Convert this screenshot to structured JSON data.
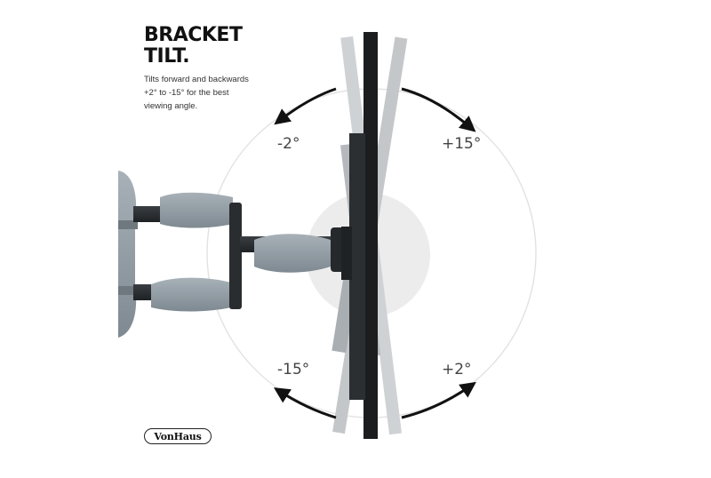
{
  "headline": {
    "line1": "BRACKET",
    "line2": "TILT."
  },
  "description": {
    "line1": "Tilts forward and backwards",
    "line2": "+2° to -15° for the best",
    "line3": "viewing angle."
  },
  "angles": {
    "top_left": "-2°",
    "top_right": "+15°",
    "bottom_left": "-15°",
    "bottom_right": "+2°"
  },
  "brand": {
    "logo_text": "VonHaus"
  },
  "colors": {
    "arm_dark": "#2b2e31",
    "arm_cover": "#8d979f",
    "tv_panel": "#1c1d1f",
    "tv_ghost": "#b9bcbf",
    "arrow": "#111111",
    "guide_circle": "#e2e2e2",
    "pivot_disc": "#ededed"
  },
  "icons": [
    "arrow-left-icon",
    "arrow-right-icon"
  ]
}
